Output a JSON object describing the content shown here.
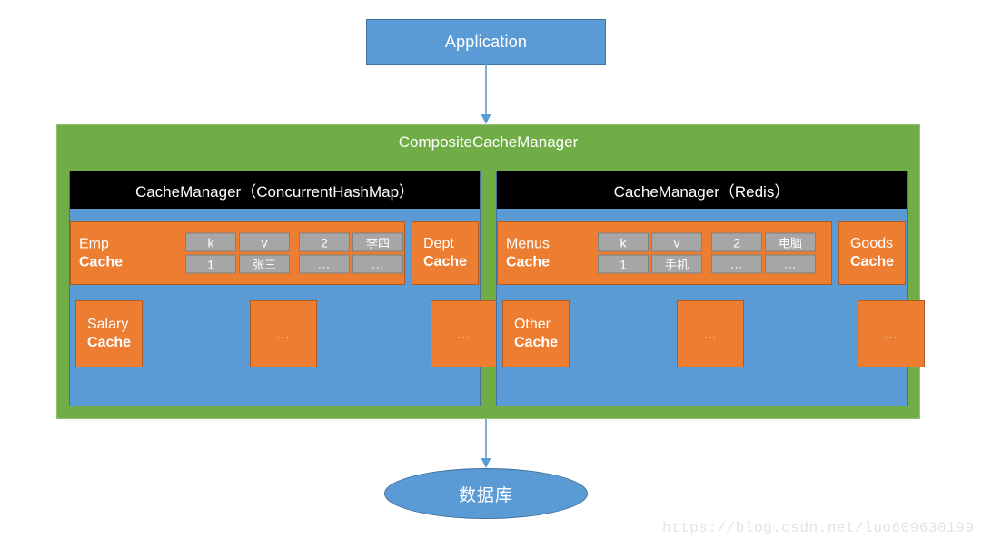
{
  "diagram": {
    "title": "CompositeCacheManager cache architecture",
    "colors": {
      "application": "#5b9bd5",
      "composite_frame": "#70ad47",
      "cache_manager_panel": "#5b9bd5",
      "cache_manager_header": "#000000",
      "cache_block": "#ed7d31",
      "kv_cell": "#a6a6a6",
      "database": "#5b9bd5",
      "watermark": "#e3e3e3"
    }
  },
  "application": {
    "label": "Application"
  },
  "composite": {
    "title": "CompositeCacheManager"
  },
  "managers": [
    {
      "id": "concurrenthashmap",
      "title": "CacheManager（ConcurrentHashMap）",
      "row1": {
        "cache": {
          "name_line1": "Emp",
          "name_line2": "Cache"
        },
        "tables": [
          {
            "rows": [
              [
                "k",
                "v"
              ],
              [
                "1",
                "张三"
              ]
            ]
          },
          {
            "rows": [
              [
                "2",
                "李四"
              ],
              [
                "...",
                "..."
              ]
            ]
          }
        ],
        "edge_cache": {
          "name_line1": "Dept",
          "name_line2": "Cache"
        }
      },
      "row2": {
        "cache": {
          "name_line1": "Salary",
          "name_line2": "Cache"
        },
        "placeholders": [
          "...",
          "..."
        ]
      }
    },
    {
      "id": "redis",
      "title": "CacheManager（Redis）",
      "row1": {
        "cache": {
          "name_line1": "Menus",
          "name_line2": "Cache"
        },
        "tables": [
          {
            "rows": [
              [
                "k",
                "v"
              ],
              [
                "1",
                "手机"
              ]
            ]
          },
          {
            "rows": [
              [
                "2",
                "电脑"
              ],
              [
                "...",
                "..."
              ]
            ]
          }
        ],
        "edge_cache": {
          "name_line1": "Goods",
          "name_line2": "Cache"
        }
      },
      "row2": {
        "cache": {
          "name_line1": "Other",
          "name_line2": "Cache"
        },
        "placeholders": [
          "...",
          "..."
        ]
      }
    }
  ],
  "database": {
    "label": "数据库"
  },
  "watermark": {
    "text": "https://blog.csdn.net/luo609630199"
  }
}
